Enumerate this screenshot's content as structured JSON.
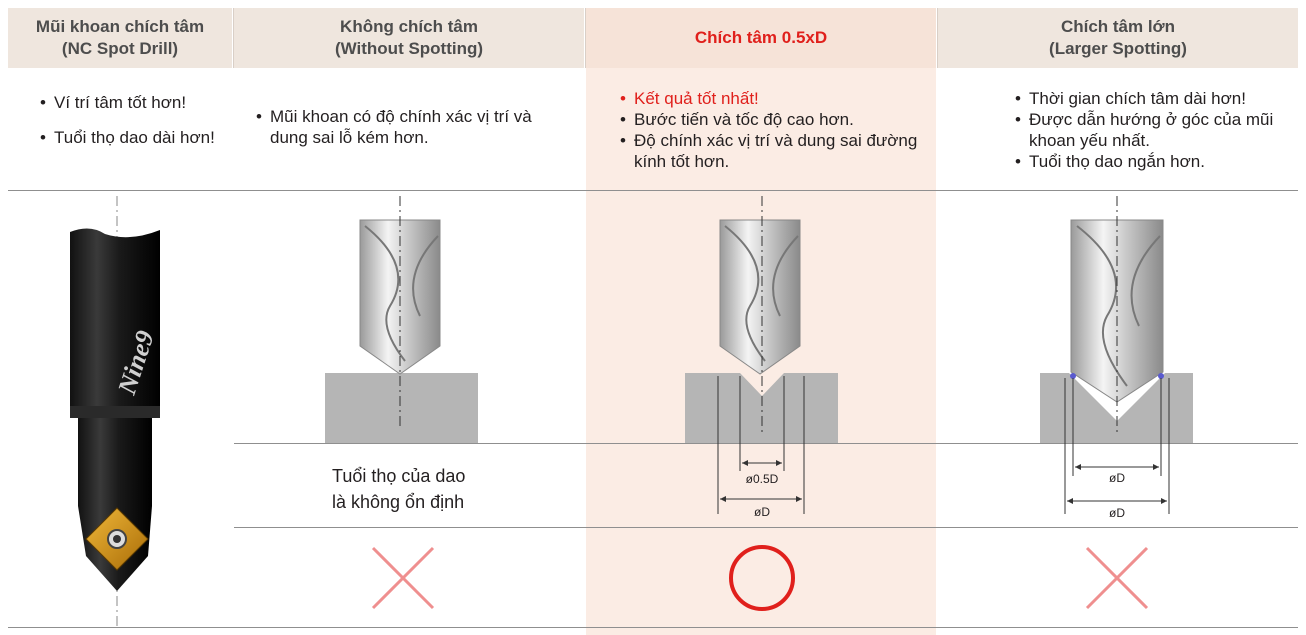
{
  "columns": [
    {
      "header_line1": "Mũi khoan chích tâm",
      "header_line2": "(NC Spot Drill)",
      "bullets": [
        "Ví trí tâm tốt hơn!",
        "Tuổi thọ dao dài hơn!"
      ],
      "tool_logo": "Nine9"
    },
    {
      "header_line1": "Không chích tâm",
      "header_line2": "(Without Spotting)",
      "bullets": [
        "Mũi khoan có độ chính xác vị trí và dung sai lỗ kém hơn."
      ],
      "note_line1": "Tuổi thọ của dao",
      "note_line2": "là không ổn định",
      "result": "cross"
    },
    {
      "header_line1": "Chích tâm 0.5xD",
      "header_line2": "",
      "bullets": [
        "Kết quả tốt nhất!",
        "Bước tiến và tốc độ cao hơn.",
        "Độ chính xác vị trí và dung sai đường kính tốt hơn."
      ],
      "dim_inner": "ø0.5D",
      "dim_outer": "øD",
      "result": "circle"
    },
    {
      "header_line1": "Chích tâm lớn",
      "header_line2": "(Larger Spotting)",
      "bullets": [
        "Thời gian chích tâm dài hơn!",
        "Được dẫn hướng ở góc của mũi khoan yếu nhất.",
        "Tuổi thọ dao ngắn hơn."
      ],
      "dim_inner": "øD",
      "dim_outer": "øD",
      "result": "cross"
    }
  ],
  "colors": {
    "header_bg": "#efe6de",
    "highlight_bg": "#fbece4",
    "accent_red": "#e0201c",
    "cross_pink": "#ef8f8f",
    "block_gray": "#b5b5b5",
    "insert_gold": "#d79a17"
  }
}
